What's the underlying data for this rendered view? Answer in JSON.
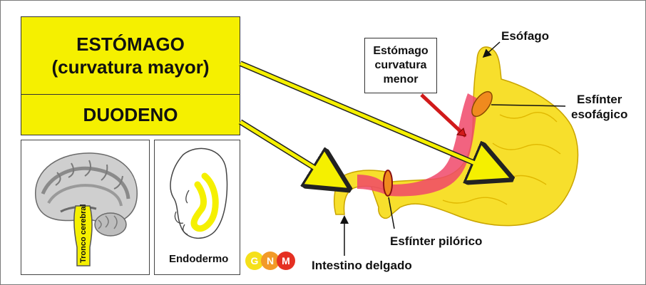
{
  "title_stomach": {
    "line1": "ESTÓMAGO",
    "line2": "(curvatura mayor)"
  },
  "title_duodeno": "DUODENO",
  "brain_label": "Tronco cerebral",
  "embryo_label": "Endodermo",
  "logo_letters": [
    "G",
    "N",
    "M"
  ],
  "labels": {
    "esofago": "Esófago",
    "menor": [
      "Estómago",
      "curvatura",
      "menor"
    ],
    "esfinter_esofagico": [
      "Esfínter",
      "esofágico"
    ],
    "esfinter_pilorico": "Esfínter pilórico",
    "intestino": "Intestino delgado"
  },
  "colors": {
    "yellow": "#f5f000",
    "stomach": "#f7df2c",
    "red_zone": "#f0486a",
    "arrow_red": "#d11a1a",
    "sphincter": "#f08a1e"
  }
}
